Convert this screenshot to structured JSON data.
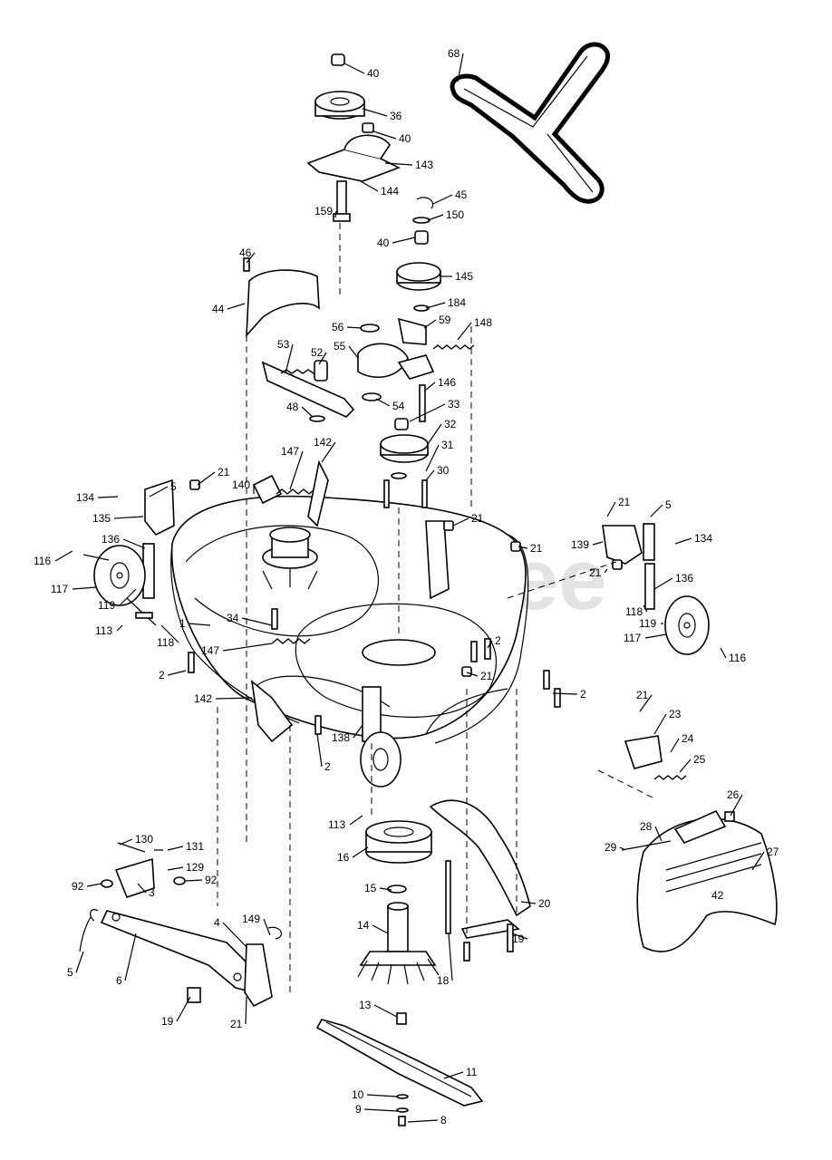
{
  "watermark": "PartsTree",
  "deck_badge": "42",
  "part_numbers": [
    "1",
    "2",
    "3",
    "4",
    "5",
    "6",
    "8",
    "9",
    "10",
    "11",
    "13",
    "14",
    "15",
    "16",
    "18",
    "19",
    "20",
    "21",
    "23",
    "24",
    "25",
    "26",
    "27",
    "28",
    "29",
    "30",
    "31",
    "32",
    "33",
    "34",
    "36",
    "40",
    "44",
    "45",
    "46",
    "48",
    "52",
    "53",
    "54",
    "55",
    "56",
    "59",
    "68",
    "92",
    "113",
    "116",
    "117",
    "118",
    "119",
    "129",
    "130",
    "131",
    "134",
    "135",
    "136",
    "138",
    "139",
    "140",
    "142",
    "143",
    "144",
    "145",
    "146",
    "147",
    "148",
    "149",
    "150",
    "159",
    "184"
  ]
}
